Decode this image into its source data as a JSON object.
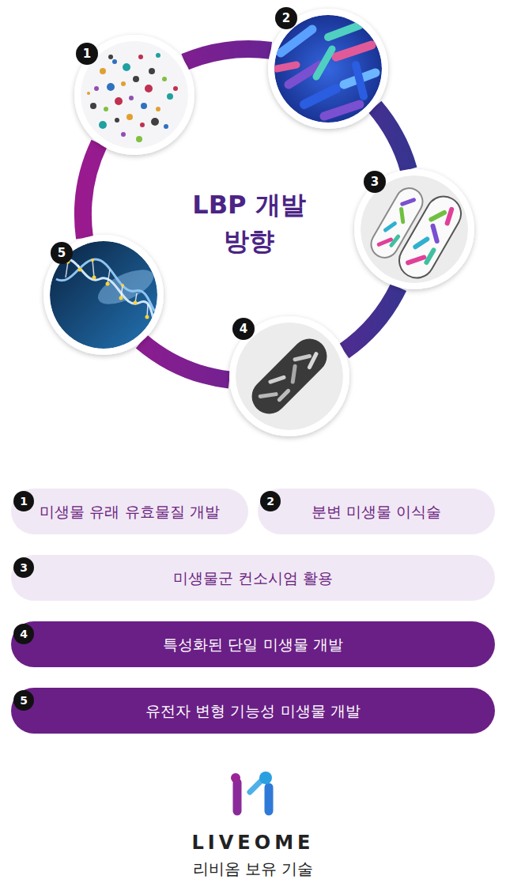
{
  "diagram": {
    "title": "LBP 개발 방향",
    "nodes": [
      {
        "text": [
          "1"
        ]
      },
      {
        "text": [
          "2"
        ]
      },
      {
        "text": [
          "3"
        ]
      },
      {
        "text": [
          "4"
        ]
      },
      {
        "text": [
          "5"
        ]
      },
      {
        "text": [
          "1",
          "미생물 유래 유효물질 개발"
        ]
      },
      {
        "text": [
          "2",
          "분변 미생물 이식술"
        ]
      },
      {
        "text": [
          "3",
          "미생물군 컨소시엄 활용"
        ]
      },
      {
        "text": [
          "4",
          "특성화된 단일 미생물 개발"
        ]
      },
      {
        "text": [
          "5",
          "유전자 변형 기능성 미생물 개발"
        ]
      }
    ],
    "edges": [
      {
        "from": 0,
        "to": 1,
        "arrow": "none"
      },
      {
        "from": 1,
        "to": 2,
        "arrow": "none"
      },
      {
        "from": 2,
        "to": 3,
        "arrow": "none"
      },
      {
        "from": 3,
        "to": 4,
        "arrow": "none"
      },
      {
        "from": 4,
        "to": 0,
        "arrow": "none"
      }
    ],
    "labels": [
      "LIVEOME",
      "리비옴 보유 기술"
    ]
  }
}
